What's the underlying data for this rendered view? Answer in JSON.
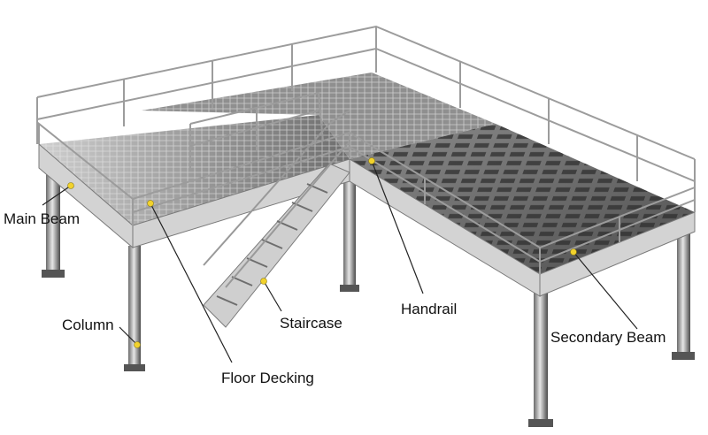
{
  "colors": {
    "steel_light": "#d9d9d9",
    "steel_mid": "#a9a9a9",
    "steel_dark": "#5c5c5c",
    "deck_dark": "#3c3c3c",
    "deck_grid": "#8d8d8d",
    "callout_dot": "#f2d22c",
    "leader_line": "#222222"
  },
  "labels": {
    "main_beam": "Main Beam",
    "column": "Column",
    "staircase": "Staircase",
    "handrail": "Handrail",
    "secondary_beam": "Secondary Beam",
    "floor_decking": "Floor Decking"
  },
  "icons": {
    "structure": "steel-mezzanine-platform-illustration"
  }
}
